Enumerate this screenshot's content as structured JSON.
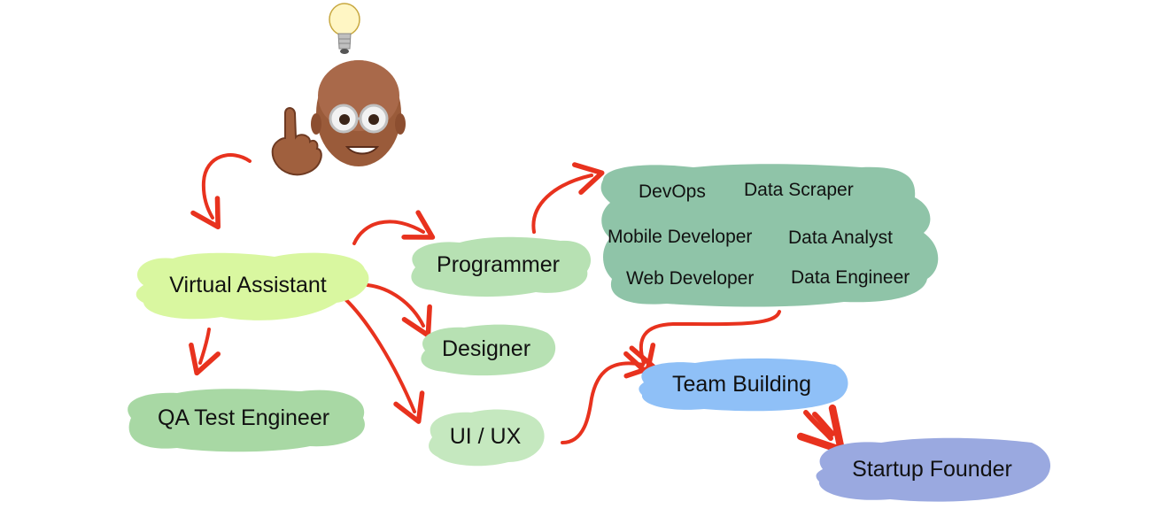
{
  "nodes": {
    "virtual_assistant": "Virtual Assistant",
    "qa_test_engineer": "QA Test Engineer",
    "programmer": "Programmer",
    "designer": "Designer",
    "ui_ux": "UI / UX",
    "team_building": "Team Building",
    "startup_founder": "Startup Founder"
  },
  "tech_roles": {
    "devops": "DevOps",
    "data_scraper": "Data Scraper",
    "mobile_developer": "Mobile Developer",
    "data_analyst": "Data Analyst",
    "web_developer": "Web Developer",
    "data_engineer": "Data Engineer"
  },
  "colors": {
    "virtual_assistant": "#d9f7a0",
    "qa_test_engineer": "#a8d8a4",
    "programmer": "#b7e1b3",
    "designer": "#b7e1b3",
    "ui_ux": "#c5e8bf",
    "tech_cloud": "#8fc4a8",
    "team_building": "#8fc0f7",
    "startup_founder": "#9aa9e0",
    "arrow": "#e8321e"
  },
  "icons": [
    "lightbulb-icon",
    "memoji-avatar-icon",
    "pointing-finger-icon"
  ]
}
